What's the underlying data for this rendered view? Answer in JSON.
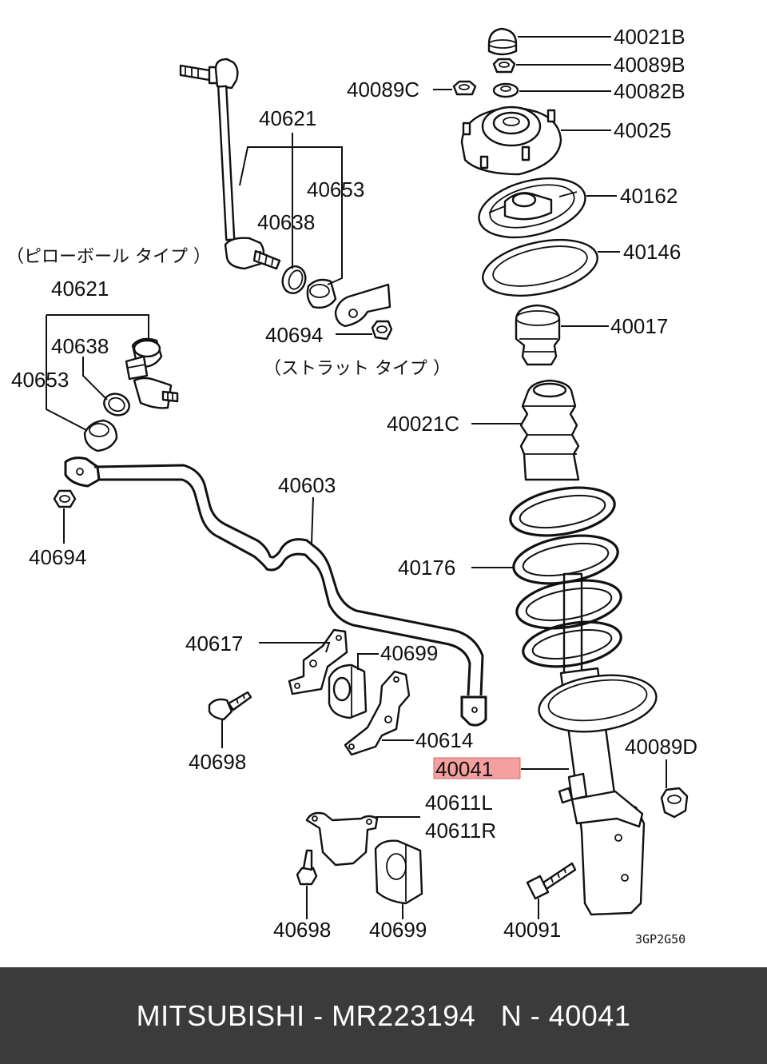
{
  "labels": {
    "p40021B": "40021B",
    "p40089B": "40089B",
    "p40089C": "40089C",
    "p40082B": "40082B",
    "p40025": "40025",
    "p40162": "40162",
    "p40146": "40146",
    "p40017": "40017",
    "p40021C": "40021C",
    "p40176": "40176",
    "p40089D": "40089D",
    "p40041": "40041",
    "p40091": "40091",
    "p40621a": "40621",
    "p40653a": "40653",
    "p40638a": "40638",
    "p40694a": "40694",
    "p40621b": "40621",
    "p40638b": "40638",
    "p40653b": "40653",
    "p40694b": "40694",
    "p40603": "40603",
    "p40617": "40617",
    "p40699a": "40699",
    "p40614": "40614",
    "p40698a": "40698",
    "p40611L": "40611L",
    "p40611R": "40611R",
    "p40698b": "40698",
    "p40699b": "40699",
    "pillowball_note": "（ピローボール タイプ ）",
    "strut_note": "（ストラット タイプ ）",
    "drawing_code": "3GP2G50"
  },
  "highlight": {
    "part": "40041",
    "color": "#f4a0a0"
  },
  "footer": {
    "text": "MITSUBISHI - MR223194   N - 40041",
    "background": "#3b3b3b",
    "color": "#ffffff"
  }
}
